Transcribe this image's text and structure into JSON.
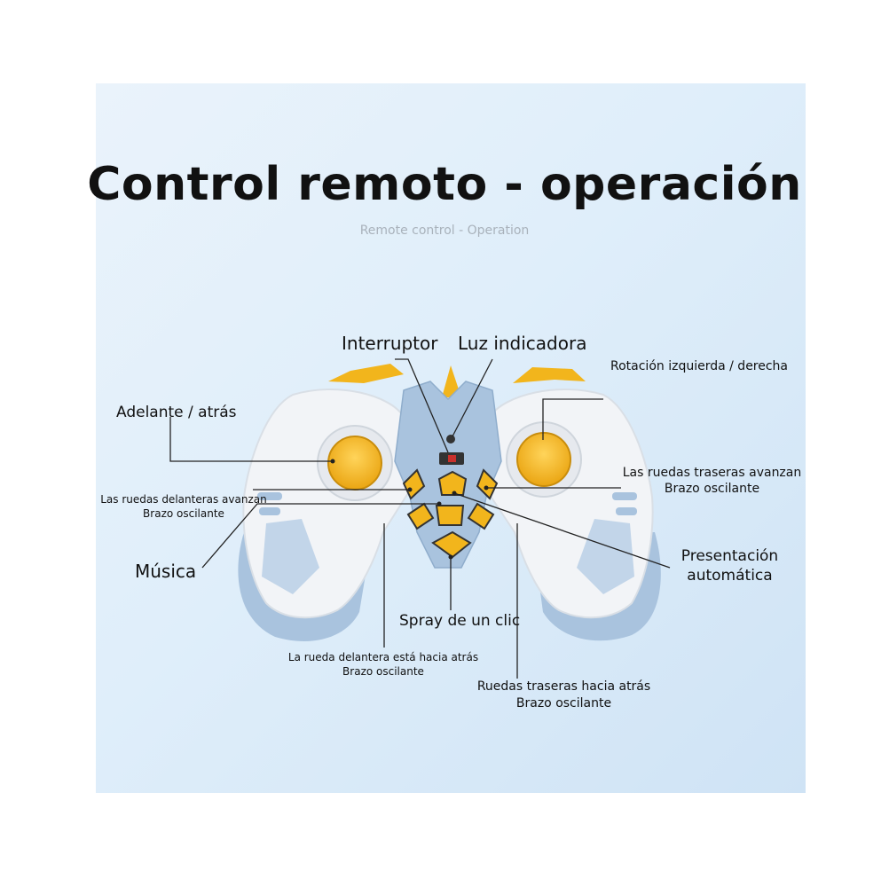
{
  "title": "Control remoto - operación",
  "subtitle": "Remote control - Operation",
  "labels": {
    "interruptor": "Interruptor",
    "luz": "Luz indicadora",
    "rotacion": "Rotación izquierda / derecha",
    "adelante": "Adelante / atrás",
    "traseras_avanzan_1": "Las ruedas traseras avanzan",
    "traseras_avanzan_2": "Brazo oscilante",
    "delanteras_avanzan_1": "Las ruedas delanteras avanzan",
    "delanteras_avanzan_2": "Brazo oscilante",
    "musica": "Música",
    "presentacion_1": "Presentación",
    "presentacion_2": "automática",
    "spray": "Spray de un clic",
    "delantera_atras_1": "La rueda delantera está hacia atrás",
    "delantera_atras_2": "Brazo oscilante",
    "traseras_atras_1": "Ruedas traseras hacia atrás",
    "traseras_atras_2": "Brazo oscilante"
  },
  "colors": {
    "shell_white": "#f2f4f7",
    "shell_blue": "#a9c3de",
    "accent_yellow": "#f2b51c",
    "line": "#222222"
  }
}
